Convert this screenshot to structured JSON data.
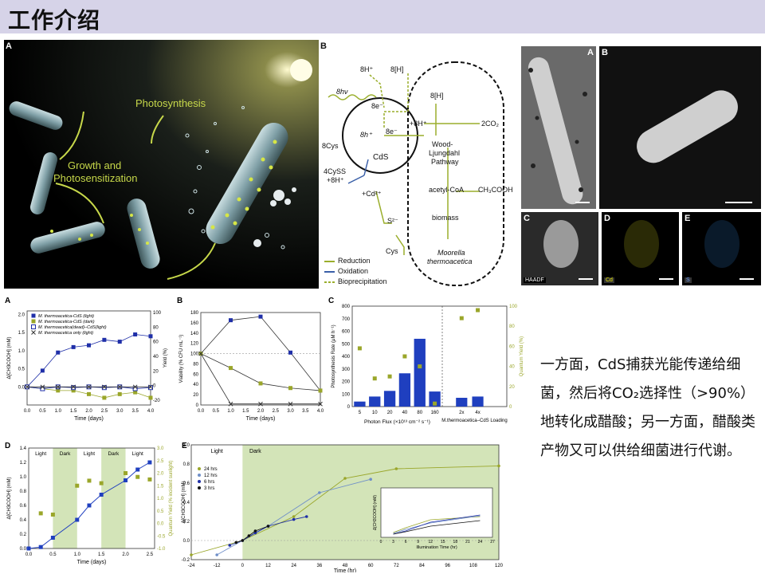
{
  "header": {
    "title": "工作介绍"
  },
  "panelA": {
    "label": "A",
    "photosynthesis": "Photosynthesis",
    "growth1": "Growth and",
    "growth2": "Photosensitization"
  },
  "panelB": {
    "label": "B",
    "h_8": "8H⁺",
    "h_8H": "8[H]",
    "hv": "8hν",
    "e1": "8e⁻",
    "e2": "8e⁻",
    "hp": "8h⁺",
    "h2": "+8H⁺",
    "h3": "8[H]",
    "co2": "2CO₂",
    "cys8": "8Cys",
    "cds": "CdS",
    "cyss1": "4CySS",
    "cyss2": "+8H⁺",
    "wood1": "Wood-",
    "wood2": "Ljungdahl",
    "wood3": "Pathway",
    "acetyl": "acetyl-CoA",
    "ch3": "CH₃COOH",
    "biomass": "biomass",
    "cd": "+Cd²⁺",
    "s2": "S²⁻",
    "cys": "Cys",
    "moorella1": "Moorella",
    "moorella2": "thermoacetica",
    "legend": [
      "Reduction",
      "Oxidation",
      "Bioprecipitation"
    ],
    "legend_colors": [
      "#9aae2c",
      "#3a5fa8",
      "#9aae2c"
    ]
  },
  "micro": {
    "A": "A",
    "B": "B",
    "C": "C",
    "D": "D",
    "E": "E",
    "haadf": "HAADF",
    "cd": "Cd",
    "s": "S"
  },
  "description": "一方面，CdS捕获光能传递给细菌，然后将CO₂选择性（>90%）地转化成醋酸；另一方面，醋酸类产物又可以供给细菌进行代谢。",
  "chart_data": [
    {
      "type": "line",
      "panel": "A",
      "xlabel": "Time (days)",
      "ylabel": "Δ[CH3COOH] (mM)",
      "y2label": "Yield (%)",
      "x": [
        0,
        0.5,
        1.0,
        1.5,
        2.0,
        2.5,
        3.0,
        3.5,
        4.0
      ],
      "xticks": [
        "0.0",
        "0.5",
        "1.0",
        "1.5",
        "2.0",
        "2.5",
        "3.0",
        "3.5",
        "4.0"
      ],
      "yticks": [
        "0.0",
        "0.5",
        "1.0",
        "1.5",
        "2.0"
      ],
      "y2ticks": [
        "-20",
        "0",
        "20",
        "40",
        "60",
        "80",
        "100"
      ],
      "ylim": [
        -0.5,
        2.1
      ],
      "series": [
        {
          "name": "M. thermoacetica-CdS (light)",
          "values": [
            0,
            0.45,
            0.95,
            1.1,
            1.15,
            1.3,
            1.25,
            1.45,
            1.4
          ],
          "color": "#1f2fa8",
          "marker": "square"
        },
        {
          "name": "M. thermoacetica-CdS (dark)",
          "values": [
            0,
            -0.05,
            -0.1,
            -0.1,
            -0.2,
            -0.3,
            -0.2,
            -0.15,
            -0.3
          ],
          "color": "#9aa62a",
          "marker": "square"
        },
        {
          "name": "M. thermoacetica(dead)–CdS(light)",
          "values": [
            0,
            -0.05,
            0,
            -0.02,
            0,
            -0.02,
            0,
            -0.05,
            -0.02
          ],
          "color": "#1f2fa8",
          "marker": "open-square"
        },
        {
          "name": "M. thermoacetica only (light)",
          "values": [
            0,
            0,
            0,
            0,
            0,
            0,
            0,
            0,
            0
          ],
          "color": "#333333",
          "marker": "x"
        }
      ]
    },
    {
      "type": "line",
      "panel": "B",
      "xlabel": "Time (days)",
      "ylabel": "Viability (% CFU mL⁻¹)",
      "x": [
        0,
        1.0,
        2.0,
        3.0,
        4.0
      ],
      "xticks": [
        "0.0",
        "0.5",
        "1.0",
        "1.5",
        "2.0",
        "2.5",
        "3.0",
        "3.5",
        "4.0"
      ],
      "yticks": [
        "0",
        "20",
        "40",
        "60",
        "80",
        "100",
        "120",
        "140",
        "160",
        "180"
      ],
      "ylim": [
        0,
        180
      ],
      "series": [
        {
          "values": [
            100,
            165,
            172,
            102,
            28
          ],
          "color": "#1f2fa8"
        },
        {
          "values": [
            100,
            72,
            42,
            33,
            28
          ],
          "color": "#9aa62a"
        },
        {
          "values": [
            100,
            2,
            2,
            2,
            2
          ],
          "color": "#333333"
        }
      ]
    },
    {
      "type": "bar",
      "panel": "C",
      "xlabel": "Photon Flux (×10¹³ cm⁻² s⁻¹)",
      "x2label": "M.thermoacetica–CdS Loading",
      "ylabel": "Photosynthesis Rate (μM h⁻¹)",
      "y2label": "Quantum Yield (%)",
      "categories": [
        "5",
        "10",
        "20",
        "40",
        "80",
        "160"
      ],
      "values": [
        40,
        80,
        125,
        265,
        540,
        120
      ],
      "quantum_yield": [
        58,
        28,
        30,
        50,
        40,
        3
      ],
      "loading_categories": [
        "2x",
        "4x"
      ],
      "loading_values": [
        70,
        80
      ],
      "loading_qy": [
        88,
        96
      ],
      "yticks": [
        "0",
        "100",
        "200",
        "300",
        "400",
        "500",
        "600",
        "700",
        "800"
      ],
      "y2ticks": [
        "0",
        "20",
        "40",
        "60",
        "80",
        "100"
      ],
      "ylim": [
        0,
        800
      ]
    },
    {
      "type": "line",
      "panel": "D",
      "xlabel": "Time (days)",
      "ylabel": "Δ[CH3COOH] (mM)",
      "y2label": "Quantum Yield (% incident sunlight)",
      "x": [
        0,
        0.25,
        0.5,
        1.0,
        1.25,
        1.5,
        2.0,
        2.25,
        2.5
      ],
      "values": [
        0,
        0.02,
        0.15,
        0.4,
        0.6,
        0.75,
        0.95,
        1.1,
        1.2
      ],
      "quantum_yield_x": [
        0.25,
        0.5,
        1.0,
        1.25,
        1.5,
        2.0,
        2.25,
        2.5
      ],
      "quantum_yield": [
        0.4,
        0.35,
        1.5,
        1.7,
        1.6,
        2.0,
        1.85,
        1.75
      ],
      "xticks": [
        "0.0",
        "0.5",
        "1.0",
        "1.5",
        "2.0",
        "2.5"
      ],
      "yticks": [
        "0.0",
        "0.2",
        "0.4",
        "0.6",
        "0.8",
        "1.0",
        "1.2",
        "1.4"
      ],
      "y2ticks": [
        "-1.0",
        "-0.5",
        "0.0",
        "0.5",
        "1.0",
        "1.5",
        "2.0",
        "2.5",
        "3.0"
      ],
      "annotations": [
        "Light",
        "Dark",
        "Light",
        "Dark",
        "Light"
      ]
    },
    {
      "type": "line",
      "panel": "E",
      "xlabel": "Time (hr)",
      "ylabel": "Δ[CH3COOH] (mM)",
      "xticks": [
        "-24",
        "-12",
        "0",
        "12",
        "24",
        "36",
        "48",
        "60",
        "72",
        "84",
        "96",
        "108",
        "120"
      ],
      "yticks": [
        "-0.2",
        "0.0",
        "0.2",
        "0.4",
        "0.6",
        "0.8",
        "1.0"
      ],
      "annotations": [
        "Light",
        "Dark"
      ],
      "series": [
        {
          "name": "24 hrs",
          "color": "#9aa62a"
        },
        {
          "name": "12 hrs",
          "color": "#6f8fc8"
        },
        {
          "name": "6 hrs",
          "color": "#1f2fa8"
        },
        {
          "name": "3 hrs",
          "color": "#111111"
        }
      ],
      "inset": {
        "xlabel": "Illumination Time (hr)",
        "ylabel": "Δ[CH3COOH] (mM)",
        "xticks": [
          "0",
          "3",
          "6",
          "9",
          "12",
          "15",
          "18",
          "21",
          "24",
          "27"
        ]
      }
    }
  ]
}
